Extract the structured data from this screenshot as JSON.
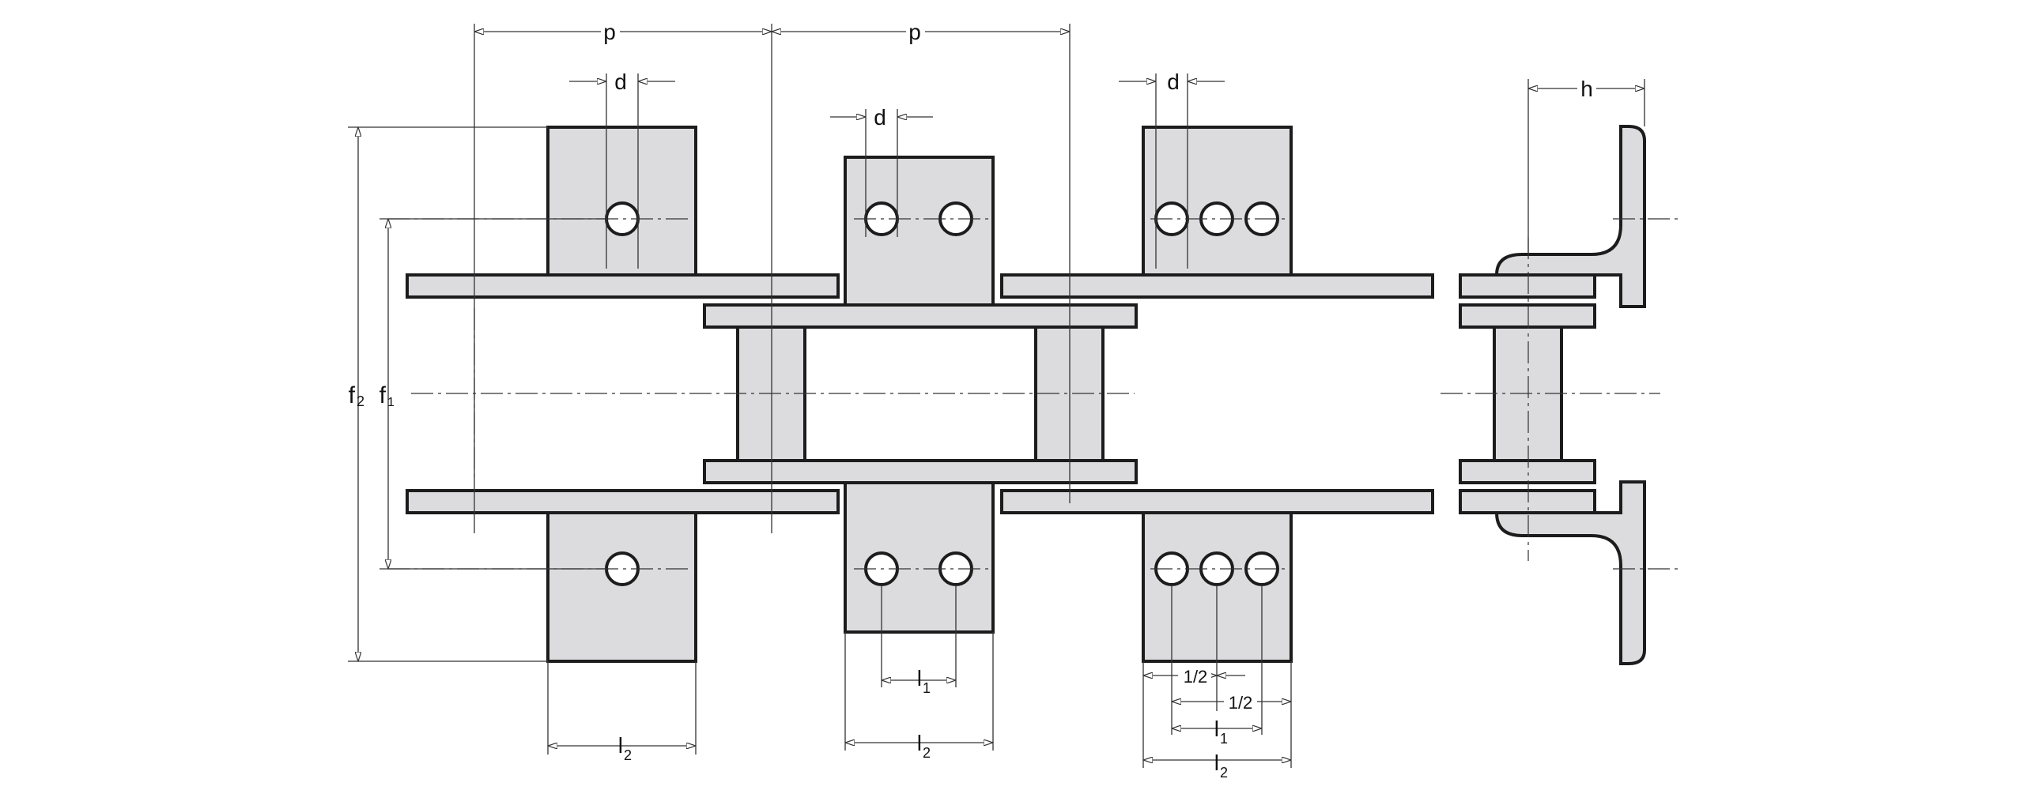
{
  "labels": {
    "p": "p",
    "d": "d",
    "h": "h",
    "f": "f",
    "l": "l",
    "half": "1/2",
    "sub1": "1",
    "sub2": "2"
  },
  "colors": {
    "fill": "#dcdcdf",
    "stroke": "#1c1c1c",
    "dimension": "#333333"
  }
}
